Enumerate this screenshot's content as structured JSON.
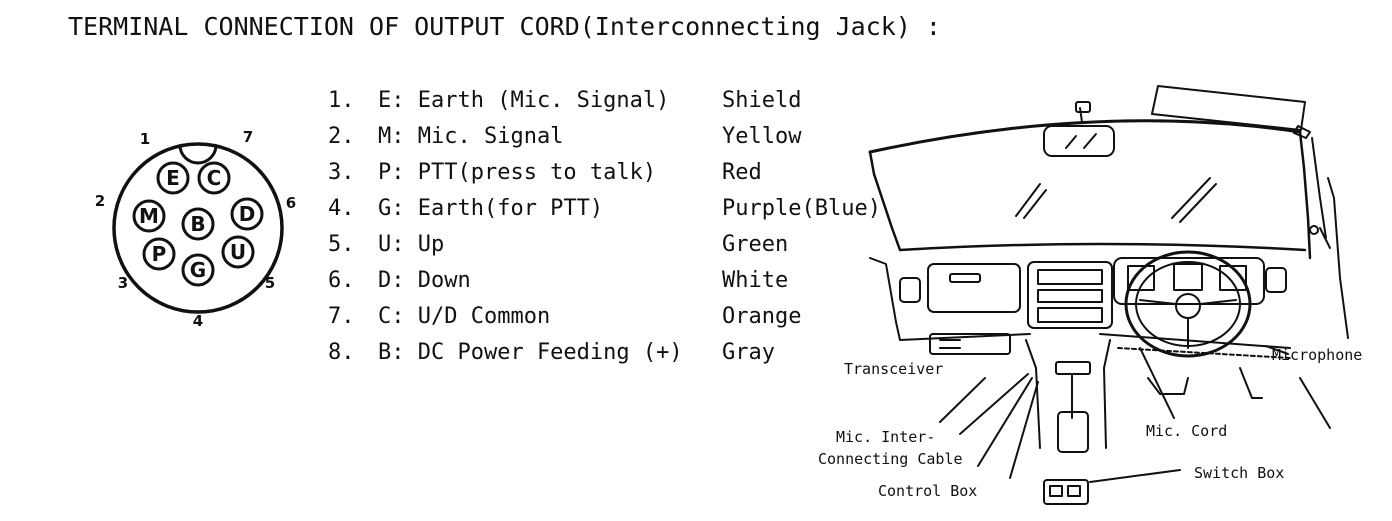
{
  "title": "TERMINAL CONNECTION OF OUTPUT CORD(Interconnecting Jack) :",
  "connector": {
    "pin_numbers": [
      "1",
      "7",
      "2",
      "6",
      "3",
      "5",
      "4"
    ],
    "pins": [
      "E",
      "C",
      "M",
      "B",
      "D",
      "P",
      "U",
      "G"
    ]
  },
  "pin_list": [
    {
      "num": "1.",
      "desc": "E: Earth (Mic. Signal)",
      "color": "Shield"
    },
    {
      "num": "2.",
      "desc": "M: Mic. Signal",
      "color": "Yellow"
    },
    {
      "num": "3.",
      "desc": "P: PTT(press to talk)",
      "color": "Red"
    },
    {
      "num": "4.",
      "desc": "G: Earth(for PTT)",
      "color": "Purple(Blue)"
    },
    {
      "num": "5.",
      "desc": "U: Up",
      "color": "Green"
    },
    {
      "num": "6.",
      "desc": "D: Down",
      "color": "White"
    },
    {
      "num": "7.",
      "desc": "C: U/D Common",
      "color": "Orange"
    },
    {
      "num": "8.",
      "desc": "B: DC Power Feeding (+)",
      "color": "Gray"
    }
  ],
  "car_labels": {
    "transceiver": "Transceiver",
    "microphone": "Microphone",
    "mic_inter": "Mic. Inter-",
    "connecting_cable": "Connecting Cable",
    "mic_cord": "Mic. Cord",
    "switch_box": "Switch Box",
    "control_box": "Control Box"
  }
}
